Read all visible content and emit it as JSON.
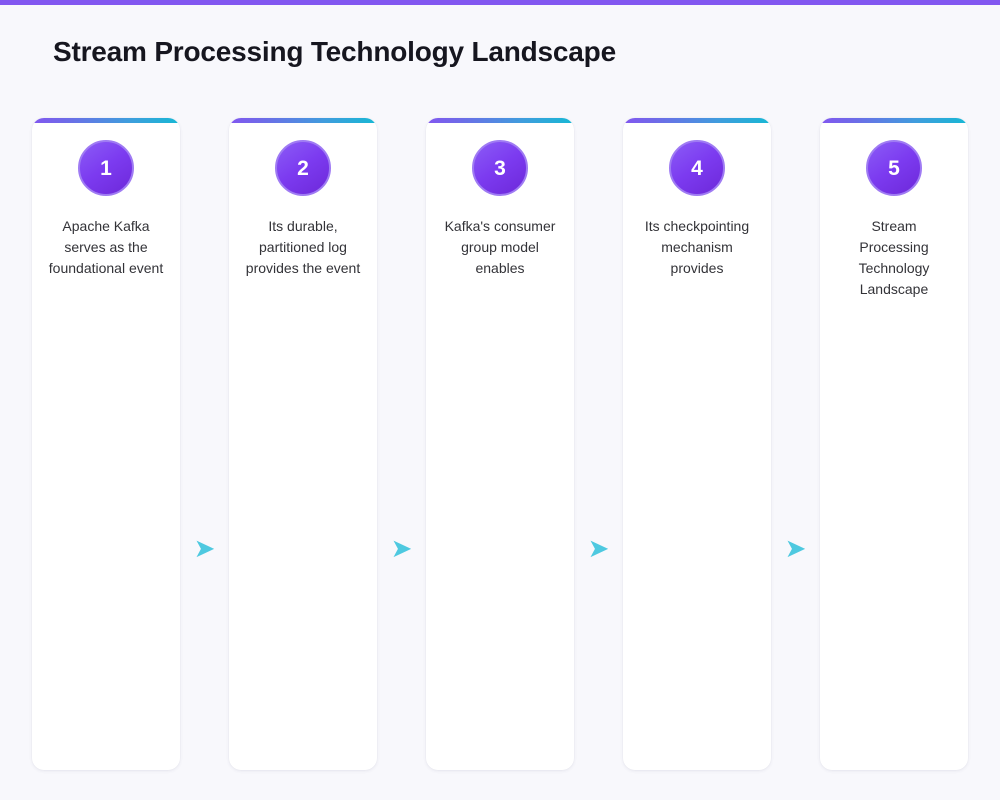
{
  "page": {
    "title": "Stream Processing Technology Landscape",
    "background_color": "#f8f8fc",
    "accent_color": "#8257f0",
    "top_bar_color": "#8257f0"
  },
  "theme": {
    "card_background": "#ffffff",
    "card_bar_gradient_start": "#8257f0",
    "card_bar_gradient_end": "#17b8d4",
    "circle_gradient_start": "#8b5cf6",
    "circle_gradient_end": "#6d28d9",
    "circle_border_color": "#9f7bf3",
    "arrow_color": "#4ec9e0",
    "text_color": "#333338",
    "title_color": "#16161f"
  },
  "flow": {
    "arrow_icon": "➤",
    "steps": [
      {
        "number": "1",
        "text": "Apache Kafka serves as the foundational event"
      },
      {
        "number": "2",
        "text": "Its durable, partitioned log provides the event"
      },
      {
        "number": "3",
        "text": "Kafka's consumer group model enables"
      },
      {
        "number": "4",
        "text": "Its checkpointing mechanism provides"
      },
      {
        "number": "5",
        "text": "Stream Processing Technology Landscape"
      }
    ]
  }
}
